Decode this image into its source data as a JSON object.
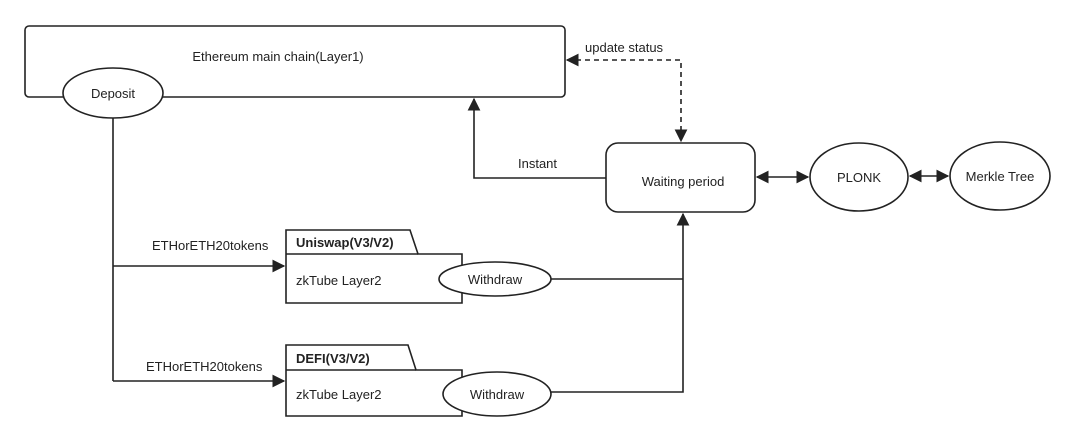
{
  "nodes": {
    "layer1": "Ethereum main chain(Layer1)",
    "deposit": "Deposit",
    "waiting": "Waiting period",
    "plonk": "PLONK",
    "merkle": "Merkle Tree",
    "uniswap_tab": "Uniswap(V3/V2)",
    "uniswap_body": "zkTube Layer2",
    "withdraw_1": "Withdraw",
    "defi_tab": "DEFI(V3/V2)",
    "defi_body": "zkTube Layer2",
    "withdraw_2": "Withdraw"
  },
  "edges": {
    "update_status": "update status",
    "instant": "Instant",
    "tokens_1": "ETHorETH20tokens",
    "tokens_2": "ETHorETH20tokens"
  }
}
